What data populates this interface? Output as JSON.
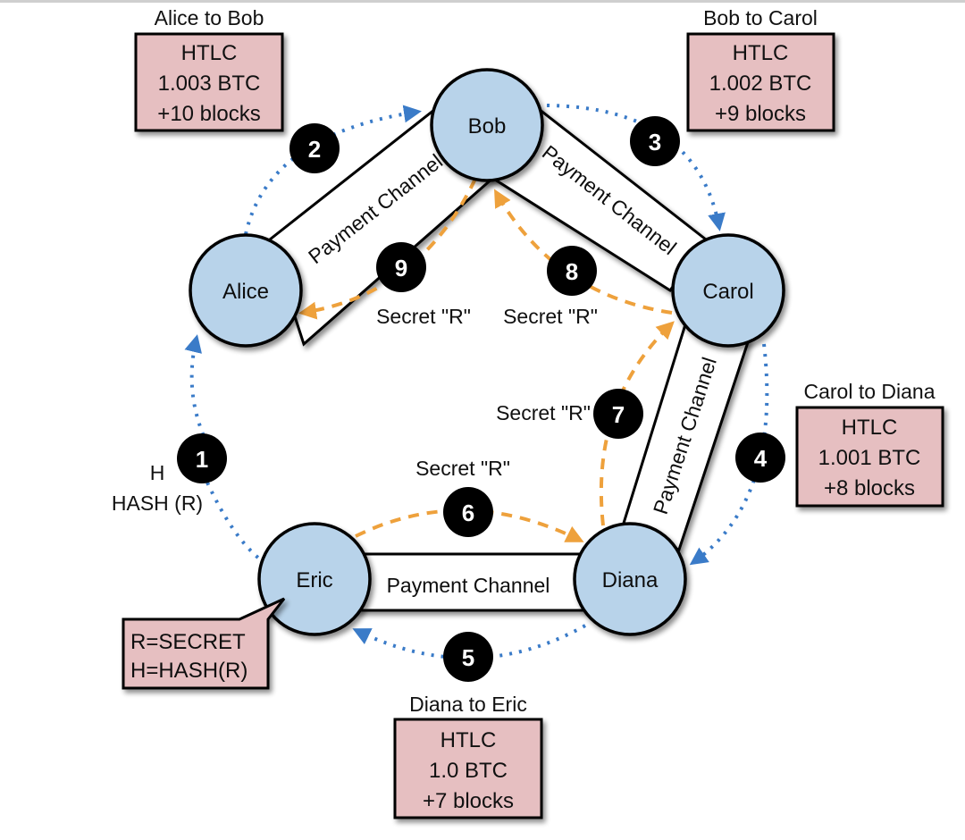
{
  "colors": {
    "node_fill": "#b8d3ea",
    "box_fill": "#e6bfc1",
    "htlc_arrow": "#3a7bc8",
    "secret_arrow": "#eea13c",
    "step_badge": "#000000",
    "outline": "#000000"
  },
  "nodes": [
    {
      "id": "alice",
      "label": "Alice"
    },
    {
      "id": "bob",
      "label": "Bob"
    },
    {
      "id": "carol",
      "label": "Carol"
    },
    {
      "id": "diana",
      "label": "Diana"
    },
    {
      "id": "eric",
      "label": "Eric"
    }
  ],
  "channels": [
    {
      "from": "alice",
      "to": "bob",
      "label": "Payment Channel"
    },
    {
      "from": "bob",
      "to": "carol",
      "label": "Payment Channel"
    },
    {
      "from": "carol",
      "to": "diana",
      "label": "Payment Channel"
    },
    {
      "from": "eric",
      "to": "diana",
      "label": "Payment Channel"
    }
  ],
  "htlcs": [
    {
      "title": "Alice to Bob",
      "line1": "HTLC",
      "line2": "1.003 BTC",
      "line3": "+10 blocks"
    },
    {
      "title": "Bob to Carol",
      "line1": "HTLC",
      "line2": "1.002 BTC",
      "line3": "+9 blocks"
    },
    {
      "title": "Carol to Diana",
      "line1": "HTLC",
      "line2": "1.001 BTC",
      "line3": "+8 blocks"
    },
    {
      "title": "Diana to Eric",
      "line1": "HTLC",
      "line2": "1.0 BTC",
      "line3": "+7 blocks"
    }
  ],
  "steps": [
    {
      "number": "1",
      "label_line1": "H",
      "label_line2": "HASH (R)"
    },
    {
      "number": "2"
    },
    {
      "number": "3"
    },
    {
      "number": "4"
    },
    {
      "number": "5"
    },
    {
      "number": "6",
      "label": "Secret \"R\""
    },
    {
      "number": "7",
      "label": "Secret \"R\""
    },
    {
      "number": "8",
      "label": "Secret \"R\""
    },
    {
      "number": "9",
      "label": "Secret \"R\""
    }
  ],
  "eric_note": {
    "line1": "R=SECRET",
    "line2": "H=HASH(R)"
  }
}
